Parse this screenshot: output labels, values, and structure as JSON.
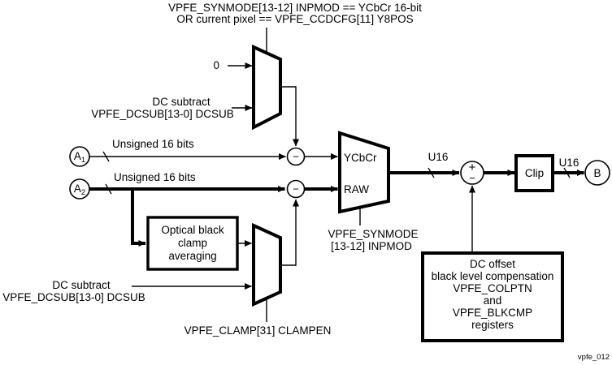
{
  "colors": {
    "ink": "#000000",
    "background": "#ffffff"
  },
  "condition": {
    "line1": "VPFE_SYNMODE[13-12] INPMOD == YCbCr 16-bit",
    "line2": "OR current pixel == VPFE_CCDCFG[11] Y8POS"
  },
  "dcsub_top": {
    "input_zero": "0",
    "label_line1": "DC subtract",
    "label_line2": "VPFE_DCSUB[13-0] DCSUB"
  },
  "inputs": {
    "a1": {
      "name": "A",
      "sub": "1",
      "bus": "Unsigned 16 bits"
    },
    "a2": {
      "name": "A",
      "sub": "2",
      "bus": "Unsigned 16 bits"
    }
  },
  "subtract1": {
    "symbol": "−"
  },
  "subtract2": {
    "symbol": "−"
  },
  "format_mux": {
    "top": "YCbCr",
    "bottom": "RAW",
    "select_line1": "VPFE_SYNMODE",
    "select_line2": "[13-12] INPMOD"
  },
  "bus_mid": {
    "label": "U16"
  },
  "adder": {
    "plus": "+",
    "minus": "−"
  },
  "clip": {
    "label": "Clip"
  },
  "bus_out": {
    "label": "U16"
  },
  "output": {
    "label": "B"
  },
  "optical_box": {
    "line1": "Optical black",
    "line2": "clamp",
    "line3": "averaging"
  },
  "clamp_mux": {
    "label_line1": "DC subtract",
    "label_line2": "VPFE_DCSUB[13-0] DCSUB",
    "select": "VPFE_CLAMP[31] CLAMPEN"
  },
  "dc_offset_box": {
    "line1": "DC offset",
    "line2": "black level compensation",
    "line3": "VPFE_COLPTN",
    "line4": "and",
    "line5": "VPFE_BLKCMP",
    "line6": "registers"
  },
  "figure_id": "vpfe_012"
}
